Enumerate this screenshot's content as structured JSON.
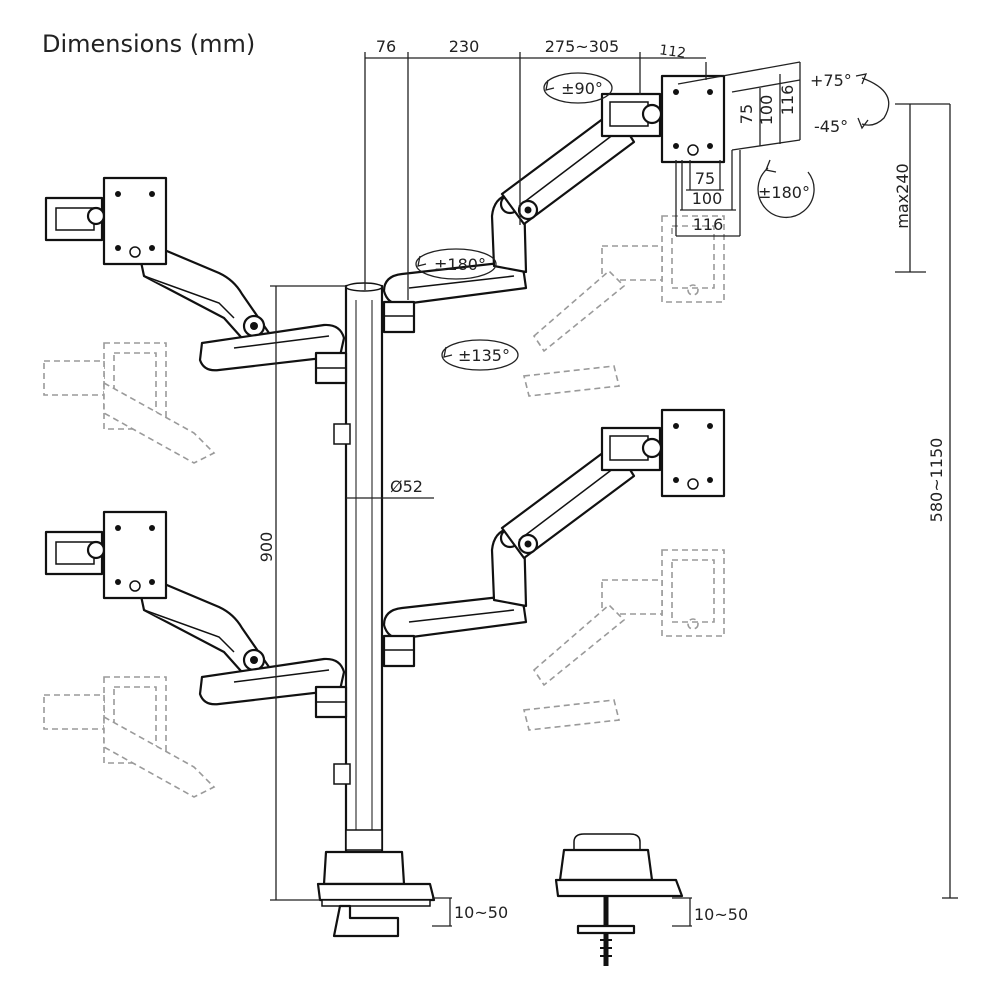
{
  "title": "Dimensions (mm)",
  "dimensions": {
    "top_offset": "76",
    "arm_length": "230",
    "arm_extension": "275~305",
    "plate_offset": "112",
    "vesa_75": "75",
    "vesa_100": "100",
    "vesa_116": "116",
    "tilt_up": "+75°",
    "tilt_down": "-45°",
    "max_height": "max240",
    "pole_height": "900",
    "pole_diameter": "Ø52",
    "total_height": "580~1150",
    "clamp_range_a": "10~50",
    "clamp_range_b": "10~50"
  },
  "rotations": {
    "swivel_90": "±90°",
    "rotate_180_arm": "±180°",
    "rotate_180_plate": "±180°",
    "rotate_135": "±135°"
  }
}
